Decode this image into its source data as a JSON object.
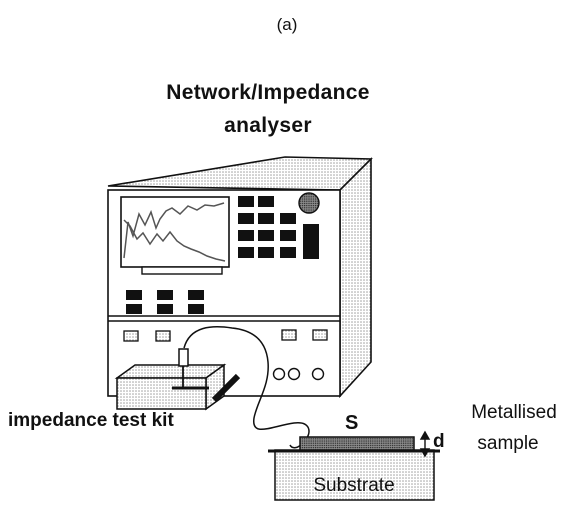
{
  "panel_label": "(a)",
  "title": {
    "line1": "Network/Impedance",
    "line2": "analyser"
  },
  "labels": {
    "test_kit": "impedance test kit",
    "sample_line1": "Metallised",
    "sample_line2": "sample",
    "s": "S",
    "d": "d",
    "substrate": "Substrate"
  },
  "colors": {
    "line": "#111111",
    "stipple": "#bdbdbd",
    "dark_key": "#111111",
    "screen_bg": "#ffffff"
  }
}
